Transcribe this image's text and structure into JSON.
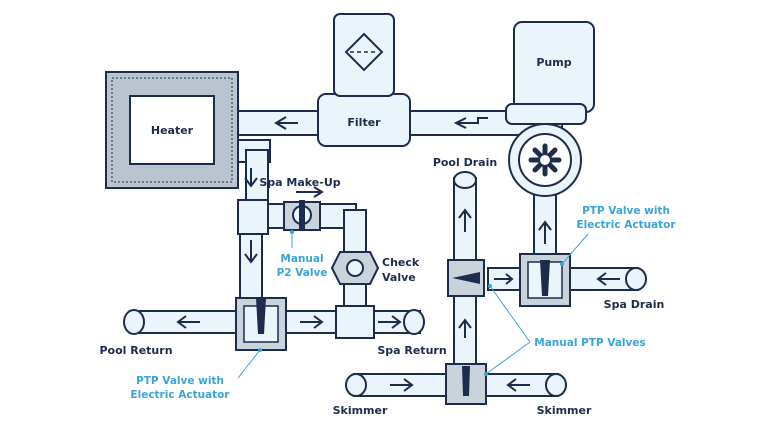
{
  "equipment": {
    "heater": "Heater",
    "filter": "Filter",
    "pump": "Pump"
  },
  "labels": {
    "spa_makeup": "Spa Make-Up",
    "check_valve_line1": "Check",
    "check_valve_line2": "Valve",
    "pool_drain": "Pool Drain",
    "pool_return": "Pool Return",
    "spa_return": "Spa Return",
    "spa_drain": "Spa Drain",
    "skimmer_left": "Skimmer",
    "skimmer_right": "Skimmer"
  },
  "notes": {
    "manual_p2_line1": "Manual",
    "manual_p2_line2": "P2 Valve",
    "ptp_right_line1": "PTP Valve with",
    "ptp_right_line2": "Electric Actuator",
    "manual_ptp": "Manual PTP Valves",
    "ptp_left_line1": "PTP Valve with",
    "ptp_left_line2": "Electric Actuator"
  },
  "colors": {
    "outline": "#1d2b4d",
    "pipe_fill": "#eaf4fb",
    "accent": "#3aa4d8",
    "valve_body": "#c9d3dc"
  }
}
